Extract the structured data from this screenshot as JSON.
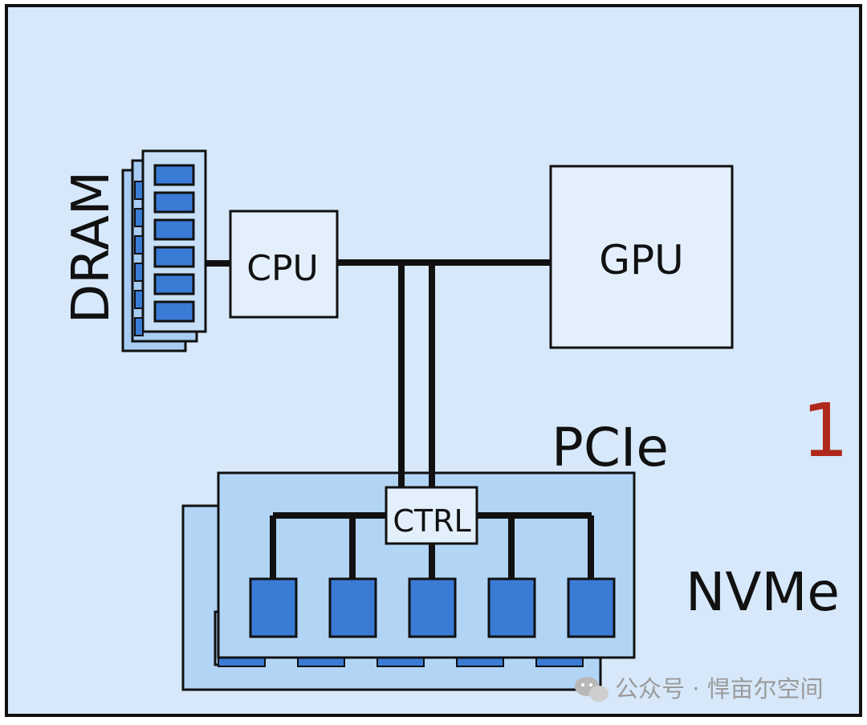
{
  "diagram": {
    "labels": {
      "dram": "DRAM",
      "cpu": "CPU",
      "gpu": "GPU",
      "pcie": "PCIe",
      "ctrl": "CTRL",
      "nvme": "NVMe",
      "figure_number": "1"
    },
    "watermark": {
      "text": "公众号 · 悍亩尔空间",
      "icon": "wechat-icon"
    },
    "colors": {
      "background": "#d6e8fa",
      "border": "#111111",
      "chip_fill": "#3a7bd5",
      "box_fill": "#e3f0fc",
      "ssd_fill": "#b2d5f6",
      "figure_number": "#b0281c"
    },
    "nand_chip_count": 5,
    "dram_chip_count": 6
  }
}
